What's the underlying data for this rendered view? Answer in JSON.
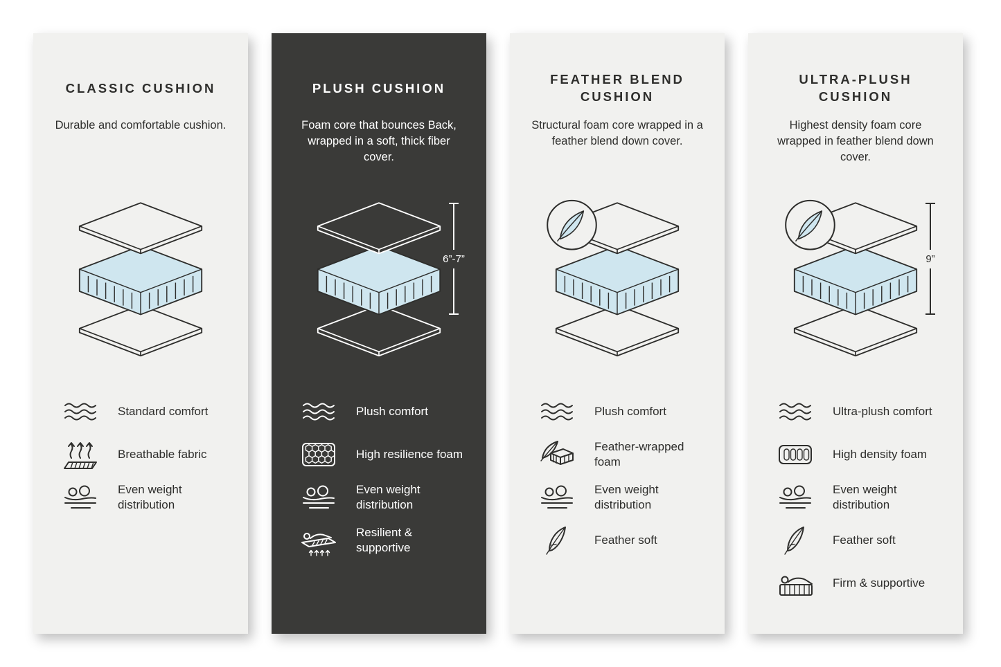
{
  "page": {
    "background": "#ffffff"
  },
  "colors": {
    "panel_light": "#f1f1ef",
    "panel_dark": "#3a3a38",
    "ink_dark": "#2e2e2c",
    "ink_light": "#ffffff",
    "foam_blue": "#cfe6ef"
  },
  "panels": [
    {
      "title": "CLASSIC CUSHION",
      "description": "Durable and comfortable cushion.",
      "theme": "light",
      "diagram": {
        "feather_badge": false,
        "measurement": null
      },
      "features": [
        {
          "icon": "comfort-waves-icon",
          "label": "Standard comfort"
        },
        {
          "icon": "breathable-fabric-icon",
          "label": "Breathable fabric"
        },
        {
          "icon": "weight-distribution-icon",
          "label": "Even weight distribution"
        }
      ]
    },
    {
      "title": "PLUSH CUSHION",
      "description": "Foam core that bounces Back, wrapped in a soft, thick fiber cover.",
      "theme": "dark",
      "diagram": {
        "feather_badge": false,
        "measurement": "6”-7”"
      },
      "features": [
        {
          "icon": "comfort-waves-icon",
          "label": "Plush comfort"
        },
        {
          "icon": "resilience-foam-icon",
          "label": "High resilience foam"
        },
        {
          "icon": "weight-distribution-icon",
          "label": "Even weight distribution"
        },
        {
          "icon": "resilient-supportive-icon",
          "label": "Resilient & supportive"
        }
      ]
    },
    {
      "title": "FEATHER BLEND CUSHION",
      "description": "Structural foam core wrapped in a feather blend down cover.",
      "theme": "light",
      "diagram": {
        "feather_badge": true,
        "measurement": null
      },
      "features": [
        {
          "icon": "comfort-waves-icon",
          "label": "Plush comfort"
        },
        {
          "icon": "feather-wrapped-foam-icon",
          "label": "Feather-wrapped foam"
        },
        {
          "icon": "weight-distribution-icon",
          "label": "Even weight distribution"
        },
        {
          "icon": "feather-soft-icon",
          "label": "Feather soft"
        }
      ]
    },
    {
      "title": "ULTRA-PLUSH CUSHION",
      "description": "Highest density foam core wrapped in feather blend down cover.",
      "theme": "light",
      "diagram": {
        "feather_badge": true,
        "measurement": "9”"
      },
      "features": [
        {
          "icon": "comfort-waves-icon",
          "label": "Ultra-plush comfort"
        },
        {
          "icon": "density-foam-icon",
          "label": "High density foam"
        },
        {
          "icon": "weight-distribution-icon",
          "label": "Even weight distribution"
        },
        {
          "icon": "feather-soft-icon",
          "label": "Feather soft"
        },
        {
          "icon": "firm-supportive-icon",
          "label": "Firm & supportive"
        }
      ]
    }
  ]
}
